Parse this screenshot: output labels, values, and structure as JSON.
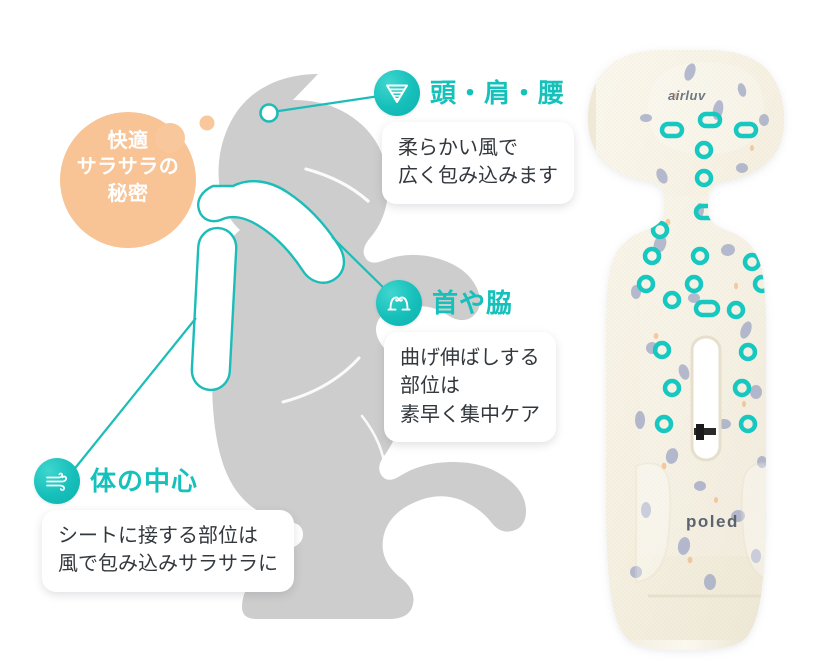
{
  "page": {
    "title": "快適サラサラの秘密",
    "language": "ja"
  },
  "colors": {
    "teal": "#17c1bb",
    "teal_dark": "#0eb2ad",
    "peach": "#f8c395",
    "silhouette_gray": "#c9c9c9",
    "bubble_text": "#33383d",
    "product_cream": "#f4efe2",
    "product_speck": "#9aa2c4",
    "background": "#ffffff"
  },
  "hero": {
    "badge_lines": [
      "快適",
      "サラサラの",
      "秘密"
    ],
    "badge_label": "快適サラサラの秘密"
  },
  "callouts": [
    {
      "id": "head",
      "icon": "wind-funnel-icon",
      "category": "頭・肩・腰",
      "lines": [
        "柔らかい風で",
        "広く包み込みます"
      ],
      "marker": "head-marker-dot"
    },
    {
      "id": "neck",
      "icon": "double-airflow-icon",
      "category": "首や脇",
      "lines": [
        "曲げ伸ばしする",
        "部位は",
        "素早く集中ケア"
      ],
      "marker": "neck-highlight-capsule"
    },
    {
      "id": "core",
      "icon": "breeze-swirl-icon",
      "category": "体の中心",
      "lines": [
        "シートに接する部位は",
        "風で包み込みサラサラに"
      ],
      "marker": "spine-highlight-capsule"
    }
  ],
  "product": {
    "name": "baby seat liner",
    "brand_top": "airluv",
    "brand_bottom": "poled",
    "alt": "クリーム色のベビーシートライナー"
  }
}
